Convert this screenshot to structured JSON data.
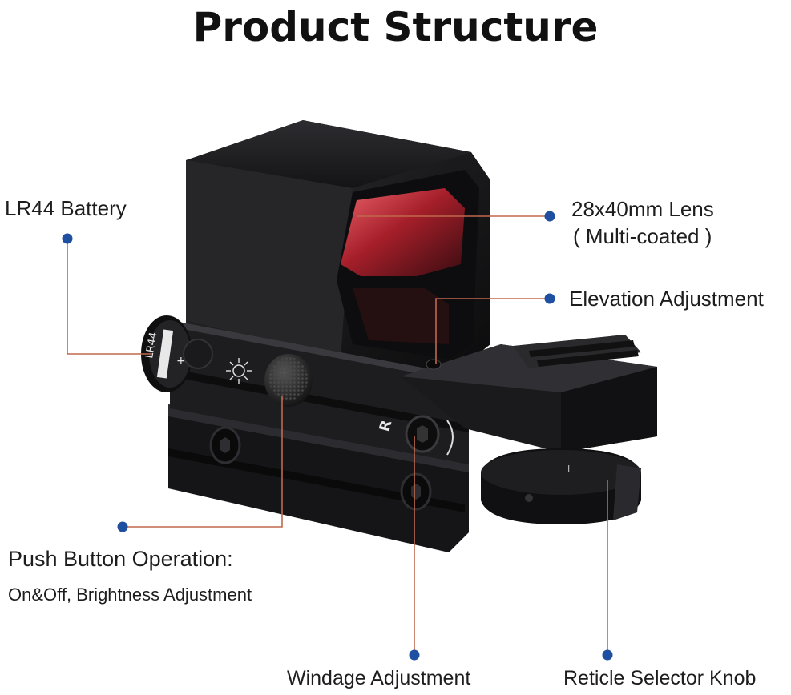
{
  "title": "Product Structure",
  "labels": {
    "battery": "LR44 Battery",
    "lens_line1": "28x40mm Lens",
    "lens_line2": "( Multi-coated )",
    "elevation": "Elevation Adjustment",
    "push_line1": "Push Button Operation:",
    "push_line2": "On&Off, Brightness Adjustment",
    "windage": "Windage Adjustment",
    "reticle": "Reticle Selector Knob"
  },
  "engravings": {
    "battery_cap": "LR44",
    "plus": "+",
    "side_letter": "R"
  },
  "colors": {
    "leader_line": "#c0684d",
    "dot": "#1f4fa0",
    "lens_tint": "#e03a45",
    "body": "#1b1b1d"
  }
}
